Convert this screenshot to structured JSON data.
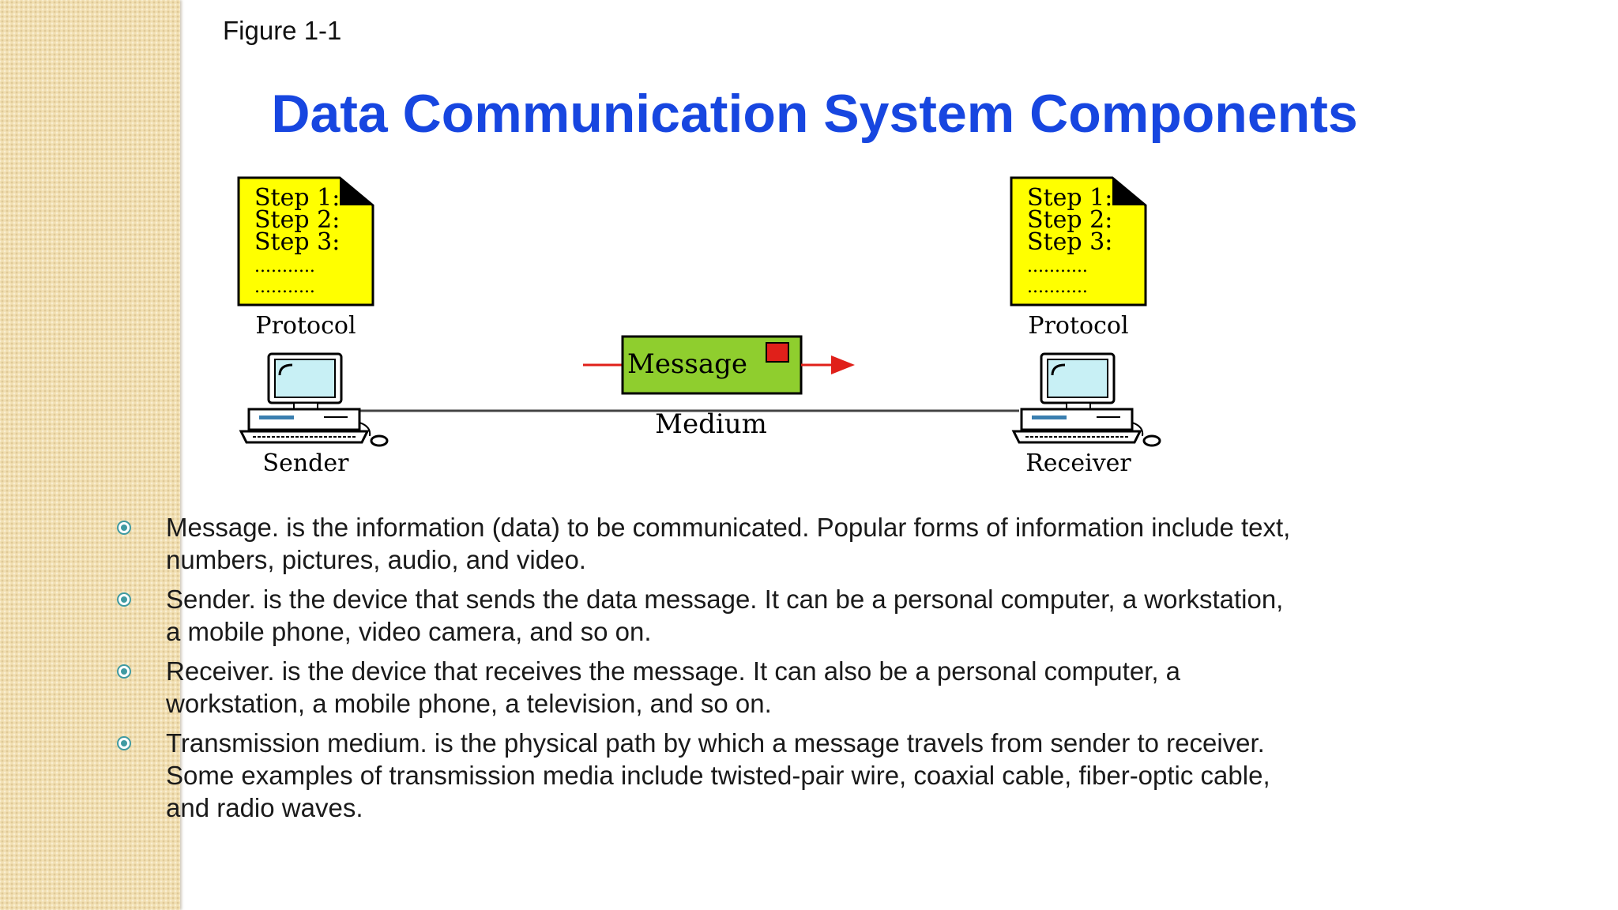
{
  "slide": {
    "figure_label": "Figure 1-1",
    "title": "Data Communication System Components"
  },
  "diagram": {
    "sender_protocol": {
      "lines": [
        "Step 1:",
        "Step 2:",
        "Step 3:",
        "...........",
        "..........."
      ],
      "label": "Protocol"
    },
    "receiver_protocol": {
      "lines": [
        "Step 1:",
        "Step 2:",
        "Step 3:",
        "...........",
        "..........."
      ],
      "label": "Protocol"
    },
    "message_label": "Message",
    "medium_label": "Medium",
    "sender_label": "Sender",
    "receiver_label": "Receiver",
    "colors": {
      "protocol_doc": "#ffff00",
      "message_box": "#8fce2e",
      "arrow": "#e0201a",
      "message_flag": "#e0201a",
      "monitor_screen": "#c8f0f5"
    }
  },
  "bullets": [
    {
      "line1": "Message. is the information (data) to be communicated. Popular forms of information include text,",
      "line2": "numbers, pictures, audio, and video."
    },
    {
      "line1": "Sender. is the device that sends the data message. It can be a personal computer, a workstation,",
      "line2": "a mobile phone, video camera, and so on."
    },
    {
      "line1": "Receiver. is the device that receives the message. It can also be a personal computer, a",
      "line2": "workstation, a mobile phone, a television, and so on."
    },
    {
      "line1": "Transmission medium. is the physical path by which a message travels from sender to receiver.",
      "line2": "Some examples of transmission media include twisted-pair wire, coaxial cable, fiber-optic cable,",
      "line3": "and radio waves."
    }
  ]
}
